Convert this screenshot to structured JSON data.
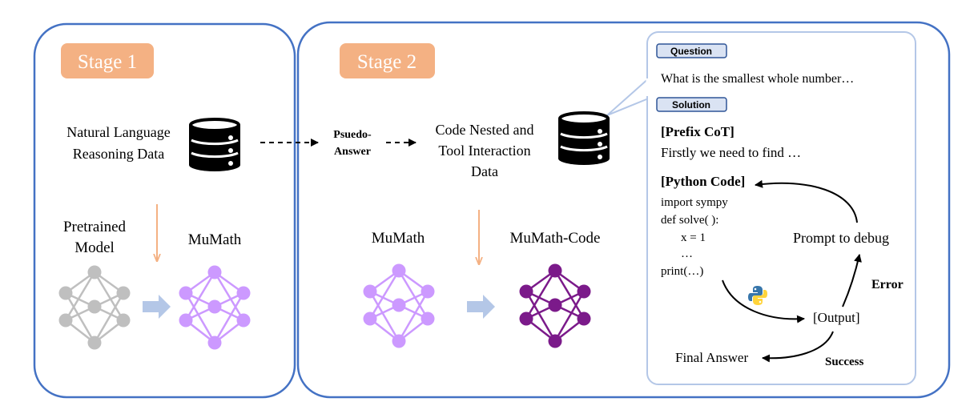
{
  "stage1": {
    "label": "Stage 1",
    "data_label": [
      "Natural Language",
      "Reasoning Data"
    ],
    "base_model_label": [
      "Pretrained",
      "Model"
    ],
    "output_model_label": "MuMath"
  },
  "stage2": {
    "label": "Stage 2",
    "pseudo_answer": [
      "Psuedo-",
      "Answer"
    ],
    "data_label": [
      "Code Nested and",
      "Tool Interaction",
      "Data"
    ],
    "base_model_label": "MuMath",
    "output_model_label": "MuMath-Code"
  },
  "example": {
    "question_tag": "Question",
    "question_text": "What is the smallest whole number…",
    "solution_tag": "Solution",
    "prefix_cot_tag": "[Prefix CoT]",
    "prefix_cot_text": "Firstly we need to find …",
    "python_tag": "[Python Code]",
    "code_lines": [
      "import sympy",
      "def solve( ):",
      "x = 1",
      "…",
      "print(…)"
    ],
    "prompt_debug": "Prompt to debug",
    "error_label": "Error",
    "output_label": "[Output]",
    "final_answer": "Final Answer",
    "success_label": "Success"
  },
  "icons": {
    "database": "database-icon",
    "network": "neural-network-icon",
    "python": "python-logo-icon"
  },
  "colors": {
    "stage_border": "#4472C4",
    "stage_label_fill": "#F4B183",
    "training_arrow": "#F4B183",
    "transfer_arrow": "#B4C7E7",
    "pseudo_answer": "#548235",
    "panel_border": "#B4C7E7",
    "tag_fill": "#DAE3F3",
    "tag_border": "#2F5597",
    "prefix_cot": "#BF9000",
    "python_code": "#2F5597",
    "error": "#C00000",
    "success": "#92D050",
    "net_pretrained": "#BFBFBF",
    "net_mumath": "#CC99FF",
    "net_mumath_code": "#7B1A8A"
  }
}
